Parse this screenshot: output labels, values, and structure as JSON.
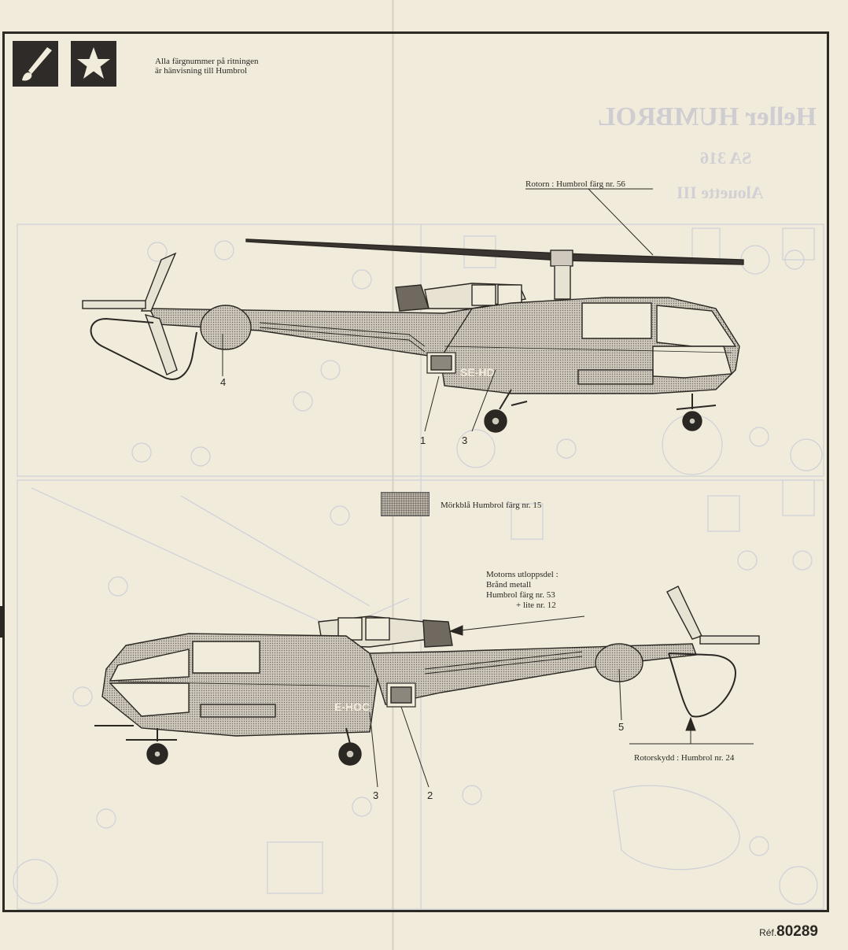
{
  "header": {
    "note_line1": "Alla färgnummer på ritningen",
    "note_line2": "är hänvisning till Humbrol",
    "icons": [
      "paintbrush-icon",
      "star-icon"
    ]
  },
  "show_through": {
    "brand": "Heller HUMBROL",
    "model": "SA 316",
    "name": "Alouette III"
  },
  "callouts": {
    "rotor": "Rotorn : Humbrol färg nr. 56",
    "swatch_label": "Mörkblå Humbrol färg nr. 15",
    "exhaust_line1": "Motorns utloppsdel :",
    "exhaust_line2": "Brånd metall",
    "exhaust_line3": "Humbrol färg nr. 53",
    "exhaust_line4": "+ lite nr. 12",
    "guard": "Rotorskydd : Humbrol nr. 24"
  },
  "top_view": {
    "registration": "SE-HD",
    "markers": [
      "4",
      "1",
      "3"
    ]
  },
  "bottom_view": {
    "registration": "E-HOC",
    "markers": [
      "3",
      "2",
      "5"
    ]
  },
  "footer": {
    "ref_prefix": "Réf.",
    "ref_number": "80289"
  },
  "colors": {
    "paper": "#f1ebdb",
    "ink": "#2b2723",
    "dark_blue_swatch": "#b9b3a8"
  }
}
